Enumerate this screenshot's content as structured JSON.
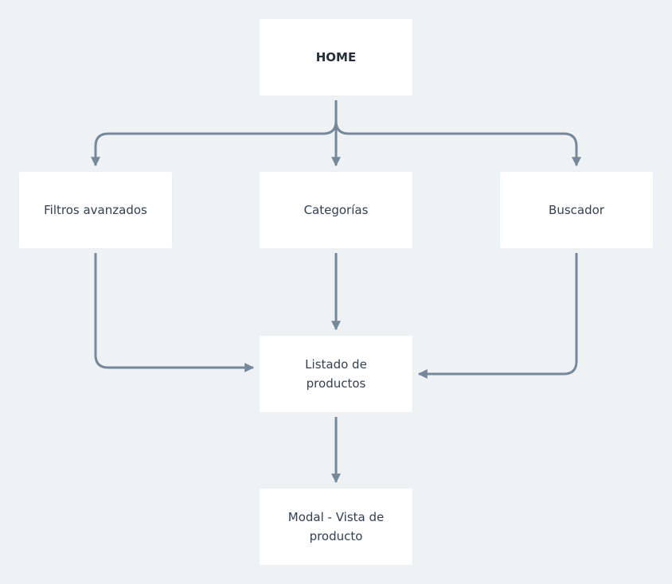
{
  "diagram": {
    "nodes": {
      "home": "HOME",
      "filtros": "Filtros avanzados",
      "categorias": "Categorías",
      "buscador": "Buscador",
      "listado": "Listado de productos",
      "modal": "Modal - Vista de producto"
    },
    "edges": [
      {
        "from": "home",
        "to": "filtros"
      },
      {
        "from": "home",
        "to": "categorias"
      },
      {
        "from": "home",
        "to": "buscador"
      },
      {
        "from": "filtros",
        "to": "listado"
      },
      {
        "from": "categorias",
        "to": "listado"
      },
      {
        "from": "buscador",
        "to": "listado"
      },
      {
        "from": "listado",
        "to": "modal"
      }
    ],
    "colors": {
      "background": "#eff2f5",
      "node_fill": "#ffffff",
      "connector": "#76889a",
      "text": "#34404f"
    }
  }
}
